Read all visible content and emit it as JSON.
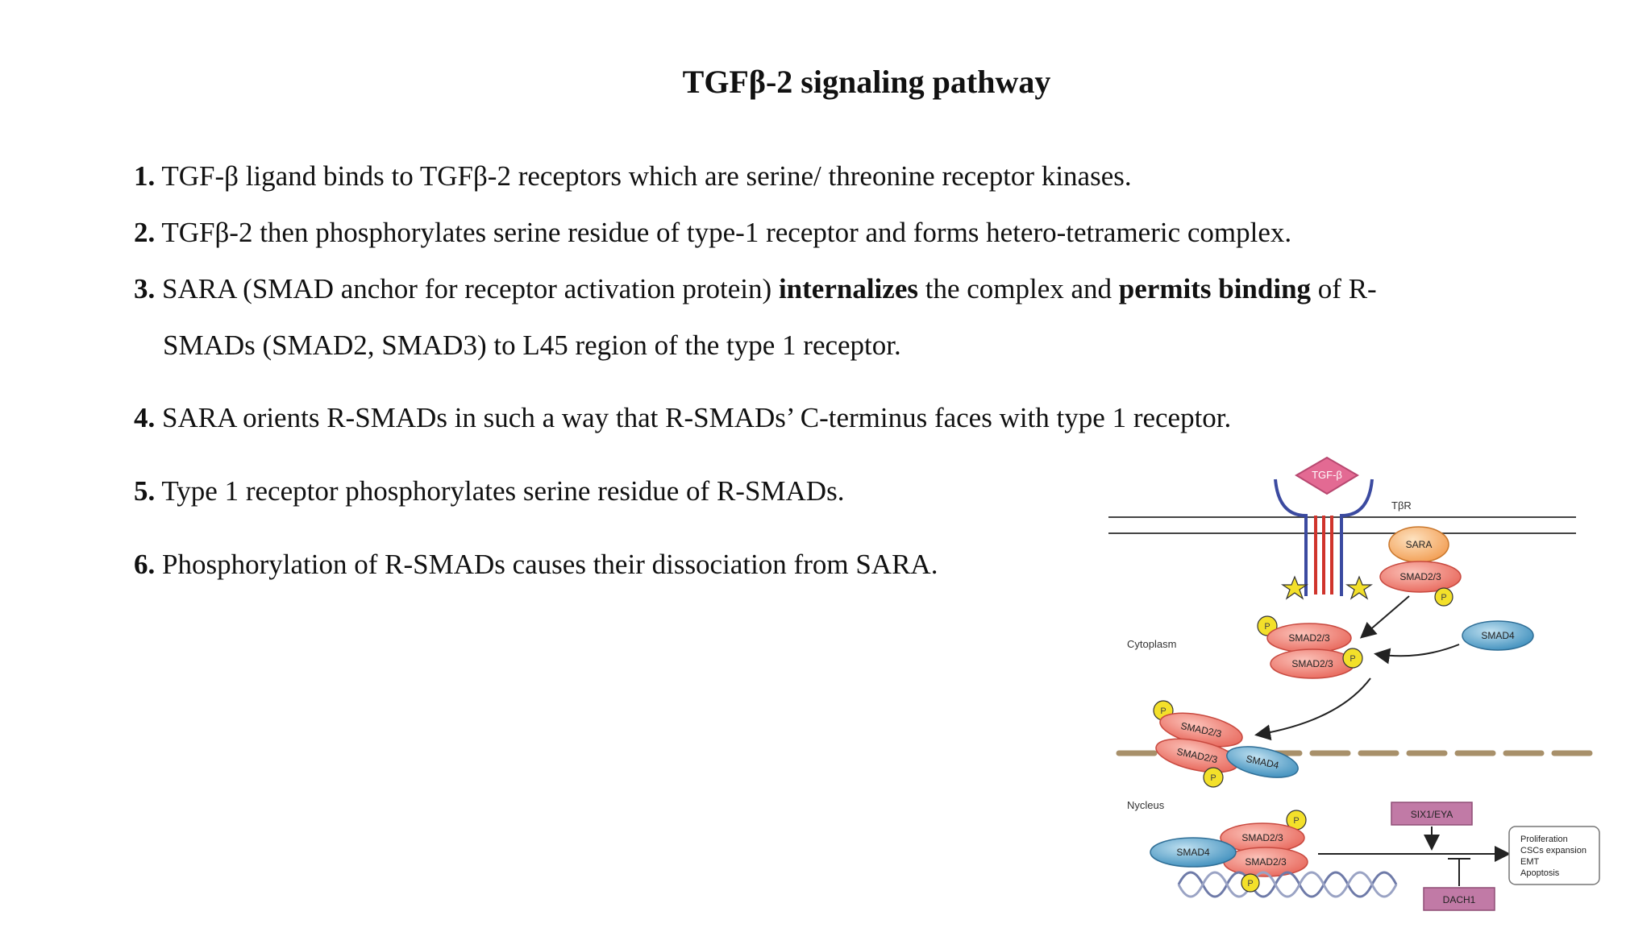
{
  "title": "TGFβ-2 signaling pathway",
  "points": [
    {
      "num": "1.",
      "text": "TGF-β ligand binds to TGFβ-2 receptors which are serine/ threonine receptor kinases."
    },
    {
      "num": "2.",
      "text": "TGFβ-2 then phosphorylates serine residue of type-1 receptor and forms hetero-tetrameric complex."
    },
    {
      "num": "3.",
      "t1": "SARA (SMAD anchor for receptor activation protein) ",
      "b1": "internalizes",
      "t2": " the complex and ",
      "b2": "permits binding",
      "t3": " of R-",
      "line2": "SMADs (SMAD2, SMAD3) to L45 region of the type 1 receptor."
    },
    {
      "num": "4.",
      "text": "SARA orients R-SMADs in such a way that R-SMADs’ C-terminus faces with type 1 receptor."
    },
    {
      "num": "5.",
      "text": "Type 1 receptor phosphorylates serine residue of  R-SMADs."
    },
    {
      "num": "6.",
      "text": "Phosphorylation of R-SMADs causes their dissociation from SARA."
    }
  ],
  "diagram": {
    "ligand": "TGF-β",
    "receptor": "TβR",
    "sara": "SARA",
    "smad23": "SMAD2/3",
    "smad4": "SMAD4",
    "p": "P",
    "cytoplasm": "Cytoplasm",
    "nucleus": "Nycleus",
    "six1": "SIX1/EYA",
    "dach1": "DACH1",
    "outcomes": [
      "Proliferation",
      "CSCs expansion",
      "EMT",
      "Apoptosis"
    ],
    "colors": {
      "smad23": "#e8685c",
      "smad4": "#4a9bc4",
      "ligand": "#e36a93",
      "phospho": "#f3e02a",
      "box": "#c17aa6",
      "membrane": "#a8906a"
    }
  }
}
